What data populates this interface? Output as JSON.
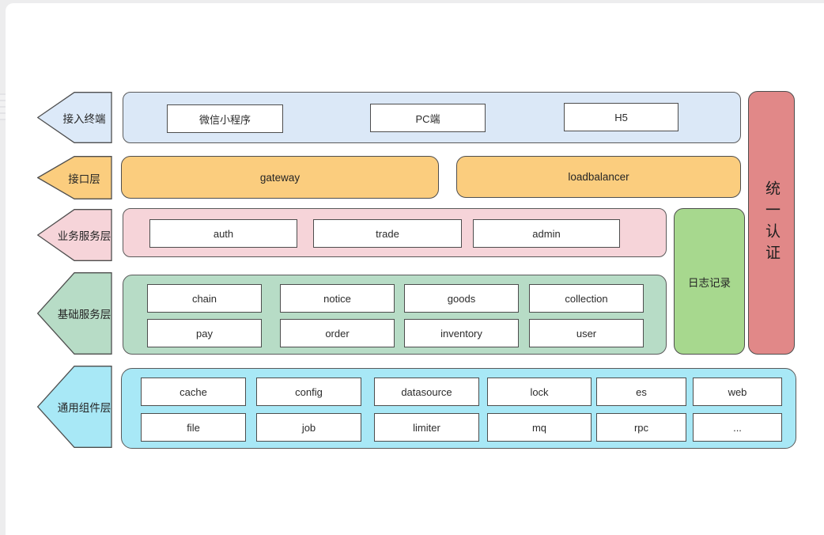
{
  "diagram": {
    "layers": [
      {
        "name": "接入终端",
        "items": [
          "微信小程序",
          "PC端",
          "H5"
        ]
      },
      {
        "name": "接口层",
        "items": [
          "gateway",
          "loadbalancer"
        ]
      },
      {
        "name": "业务服务层",
        "items": [
          "auth",
          "trade",
          "admin"
        ]
      },
      {
        "name": "基础服务层",
        "rows": [
          [
            "chain",
            "notice",
            "goods",
            "collection"
          ],
          [
            "pay",
            "order",
            "inventory",
            "user"
          ]
        ]
      },
      {
        "name": "通用组件层",
        "rows": [
          [
            "cache",
            "config",
            "datasource",
            "lock",
            "es",
            "web"
          ],
          [
            "file",
            "job",
            "limiter",
            "mq",
            "rpc",
            "..."
          ]
        ]
      }
    ],
    "sidebars": {
      "log_label": "日志记录",
      "auth_label": "统一认证"
    },
    "colors": {
      "access_blue": "#dbe8f7",
      "interface_orange": "#fbcd7e",
      "business_pink": "#f6d4d9",
      "base_green": "#b7dcc6",
      "component_cyan": "#a8e8f6",
      "log_green": "#a7d88e",
      "auth_red": "#e18888",
      "shape_border": "#4e4e4e"
    }
  }
}
